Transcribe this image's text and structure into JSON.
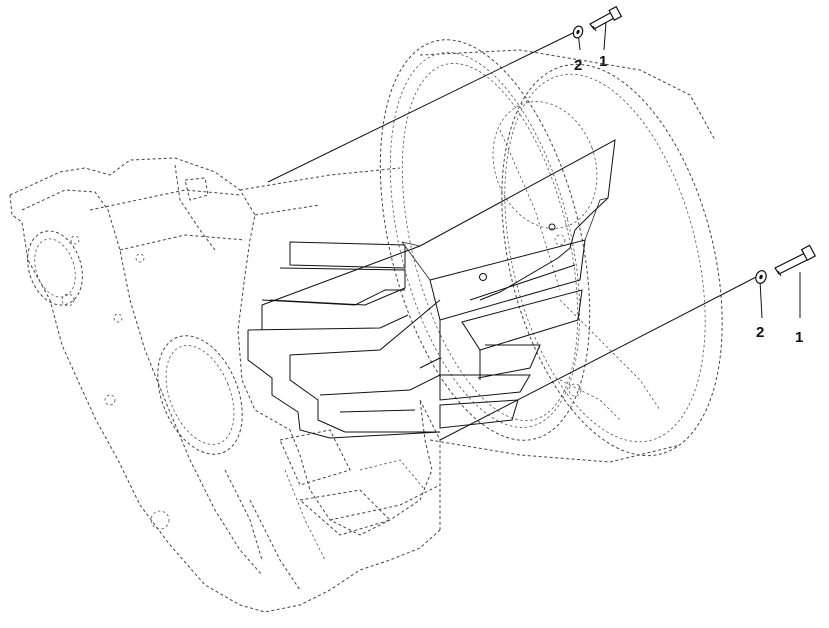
{
  "diagram": {
    "callouts": [
      {
        "id": "callout-upper-washer",
        "text": "2"
      },
      {
        "id": "callout-upper-bolt",
        "text": "1"
      },
      {
        "id": "callout-lower-washer",
        "text": "2"
      },
      {
        "id": "callout-lower-bolt",
        "text": "1"
      }
    ],
    "line_color": "#111111",
    "background": "#ffffff"
  }
}
